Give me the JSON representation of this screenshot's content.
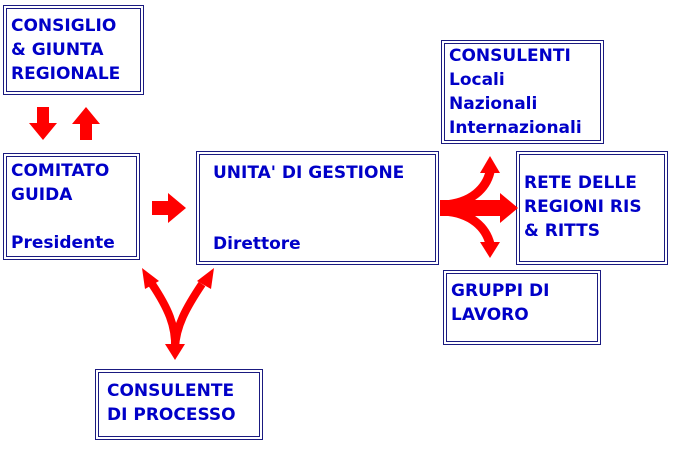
{
  "colors": {
    "text": "#0000c8",
    "border": "#1a1a80",
    "arrow": "#ff0000"
  },
  "boxes": {
    "consiglio": {
      "line1": "CONSIGLIO",
      "line2": "& GIUNTA",
      "line3": "REGIONALE"
    },
    "comitato": {
      "line1": "COMITATO",
      "line2": "GUIDA",
      "role": "Presidente"
    },
    "unita": {
      "title": "UNITA' DI GESTIONE",
      "role": "Direttore"
    },
    "consulenti": {
      "title": "CONSULENTI",
      "items": [
        "Locali",
        "Nazionali",
        "Internazionali"
      ]
    },
    "rete": {
      "line1": "RETE DELLE",
      "line2": "REGIONI RIS",
      "line3": "& RITTS"
    },
    "gruppi": {
      "line1": "GRUPPI DI",
      "line2": "LAVORO"
    },
    "consulente_processo": {
      "line1": "CONSULENTE",
      "line2": "DI PROCESSO"
    }
  }
}
